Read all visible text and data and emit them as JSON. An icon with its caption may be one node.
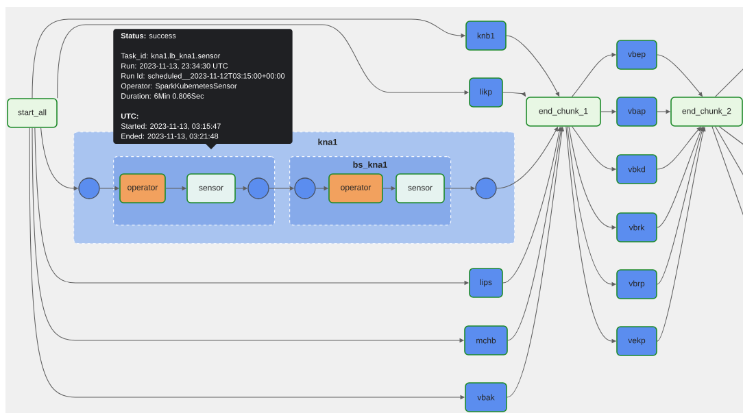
{
  "diagram": {
    "nodes": [
      {
        "text": [
          "start_all"
        ]
      },
      {
        "text": [
          "knb1"
        ]
      },
      {
        "text": [
          "likp"
        ]
      },
      {
        "text": [
          "kna1"
        ]
      },
      {
        "text": [],
        "shape": "box",
        "in": 3
      },
      {
        "text": [],
        "shape": "circle",
        "in": 3
      },
      {
        "text": [
          "operator"
        ],
        "in": 4
      },
      {
        "text": [
          "sensor"
        ],
        "in": 4
      },
      {
        "text": [],
        "shape": "circle",
        "in": 4
      },
      {
        "text": [
          "bs_kna1"
        ],
        "in": 3
      },
      {
        "text": [],
        "shape": "circle",
        "in": 9
      },
      {
        "text": [
          "operator"
        ],
        "in": 9
      },
      {
        "text": [
          "sensor"
        ],
        "in": 9
      },
      {
        "text": [],
        "shape": "circle",
        "in": 3
      },
      {
        "text": [
          "lips"
        ]
      },
      {
        "text": [
          "mchb"
        ]
      },
      {
        "text": [
          "vbak"
        ]
      },
      {
        "text": [
          "end_chunk_1"
        ]
      },
      {
        "text": [
          "vbep"
        ]
      },
      {
        "text": [
          "vbap"
        ]
      },
      {
        "text": [
          "vbkd"
        ]
      },
      {
        "text": [
          "vbrk"
        ]
      },
      {
        "text": [
          "vbrp"
        ]
      },
      {
        "text": [
          "vekp"
        ]
      },
      {
        "text": [
          "end_chunk_2"
        ]
      },
      {
        "text": [
          "**Status:** success",
          "Task_id: kna1.lb_kna1.sensor",
          "Run: 2023-11-13, 23:34:30 UTC",
          "Run Id: scheduled__2023-11-12T03:15:00+00:00",
          "Operator: SparkKubernetesSensor",
          "Duration: 6Min 0.806Sec",
          "UTC:",
          "Started: 2023-11-13, 03:15:47",
          "Ended: 2023-11-13, 03:21:48"
        ]
      }
    ],
    "edges": [
      {
        "from": 0,
        "to": 1,
        "arrow": "to"
      },
      {
        "from": 0,
        "to": 2,
        "arrow": "to"
      },
      {
        "from": 0,
        "to": 5,
        "arrow": "to"
      },
      {
        "from": 0,
        "to": 14,
        "arrow": "to"
      },
      {
        "from": 0,
        "to": 15,
        "arrow": "to"
      },
      {
        "from": 0,
        "to": 16,
        "arrow": "to"
      },
      {
        "from": 5,
        "to": 6,
        "arrow": "to"
      },
      {
        "from": 6,
        "to": 7,
        "arrow": "to"
      },
      {
        "from": 7,
        "to": 8,
        "arrow": "to"
      },
      {
        "from": 8,
        "to": 10,
        "arrow": "to"
      },
      {
        "from": 10,
        "to": 11,
        "arrow": "to"
      },
      {
        "from": 11,
        "to": 12,
        "arrow": "to"
      },
      {
        "from": 12,
        "to": 13,
        "arrow": "to"
      },
      {
        "from": 1,
        "to": 17,
        "arrow": "to"
      },
      {
        "from": 2,
        "to": 17,
        "arrow": "to"
      },
      {
        "from": 13,
        "to": 17,
        "arrow": "to"
      },
      {
        "from": 14,
        "to": 17,
        "arrow": "to"
      },
      {
        "from": 15,
        "to": 17,
        "arrow": "to"
      },
      {
        "from": 16,
        "to": 17,
        "arrow": "to"
      },
      {
        "from": 17,
        "to": 18,
        "arrow": "to"
      },
      {
        "from": 17,
        "to": 19,
        "arrow": "to"
      },
      {
        "from": 17,
        "to": 20,
        "arrow": "to"
      },
      {
        "from": 17,
        "to": 21,
        "arrow": "to"
      },
      {
        "from": 17,
        "to": 22,
        "arrow": "to"
      },
      {
        "from": 17,
        "to": 23,
        "arrow": "to"
      },
      {
        "from": 18,
        "to": 24,
        "arrow": "to"
      },
      {
        "from": 19,
        "to": 24,
        "arrow": "to"
      },
      {
        "from": 20,
        "to": 24,
        "arrow": "to"
      },
      {
        "from": 21,
        "to": 24,
        "arrow": "to"
      },
      {
        "from": 22,
        "to": 24,
        "arrow": "to"
      },
      {
        "from": 23,
        "to": 24,
        "arrow": "to"
      },
      {
        "from": 24,
        "to": null,
        "arrow": "none"
      },
      {
        "from": 24,
        "to": null,
        "arrow": "none"
      },
      {
        "from": 24,
        "to": null,
        "arrow": "none"
      },
      {
        "from": 24,
        "to": null,
        "arrow": "none"
      }
    ]
  }
}
